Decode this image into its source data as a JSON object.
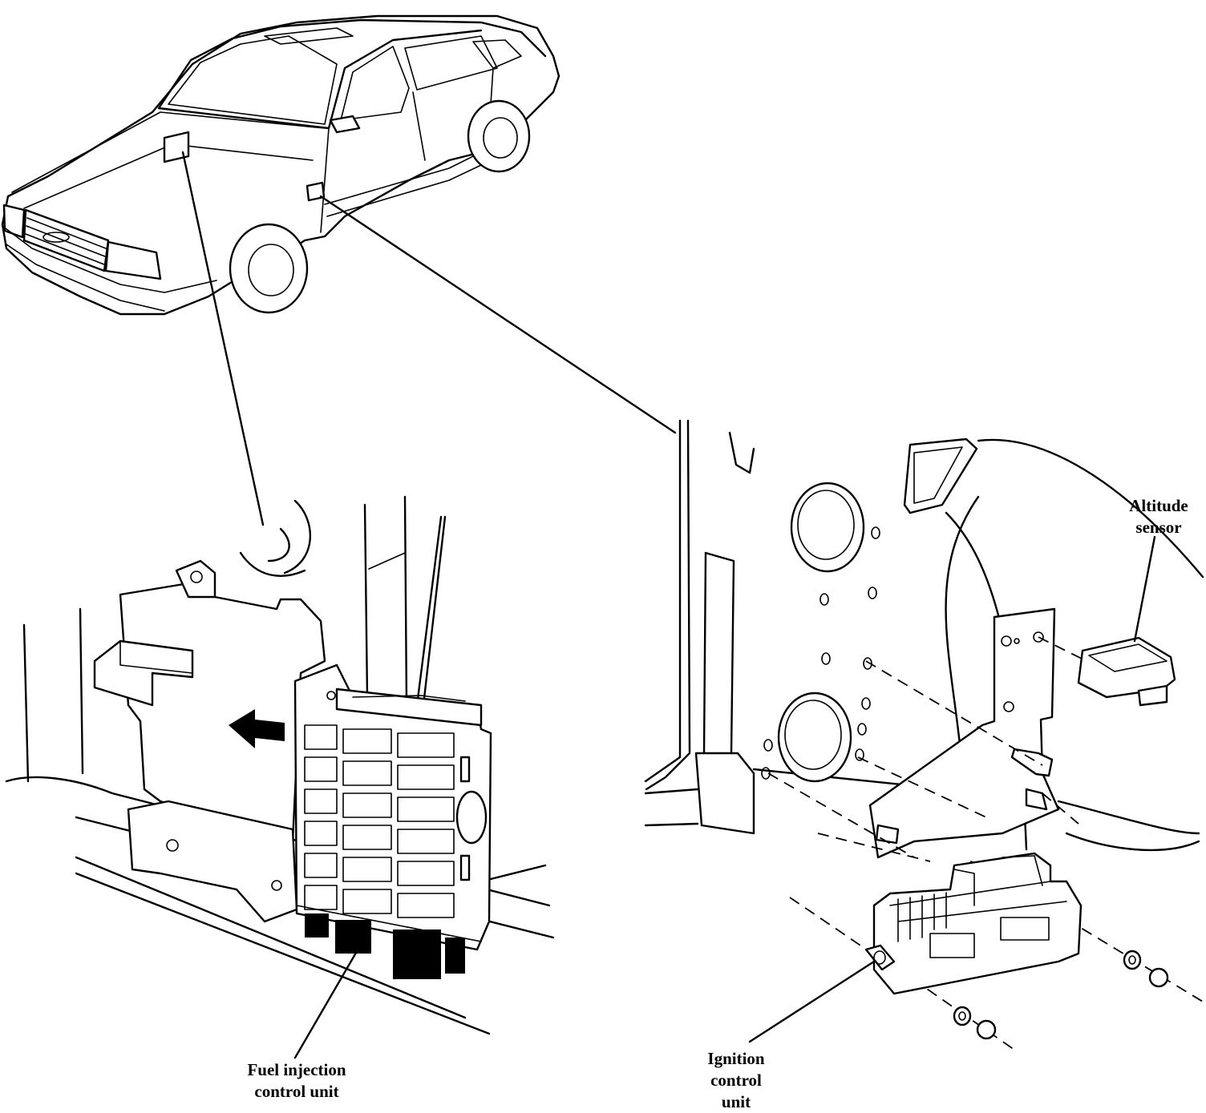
{
  "labels": {
    "altitude_sensor": [
      "Altitude",
      "sensor"
    ],
    "fuel_injection_control_unit": [
      "Fuel injection",
      "control unit"
    ],
    "ignition_control_unit": [
      "Ignition",
      "control",
      "unit"
    ]
  }
}
